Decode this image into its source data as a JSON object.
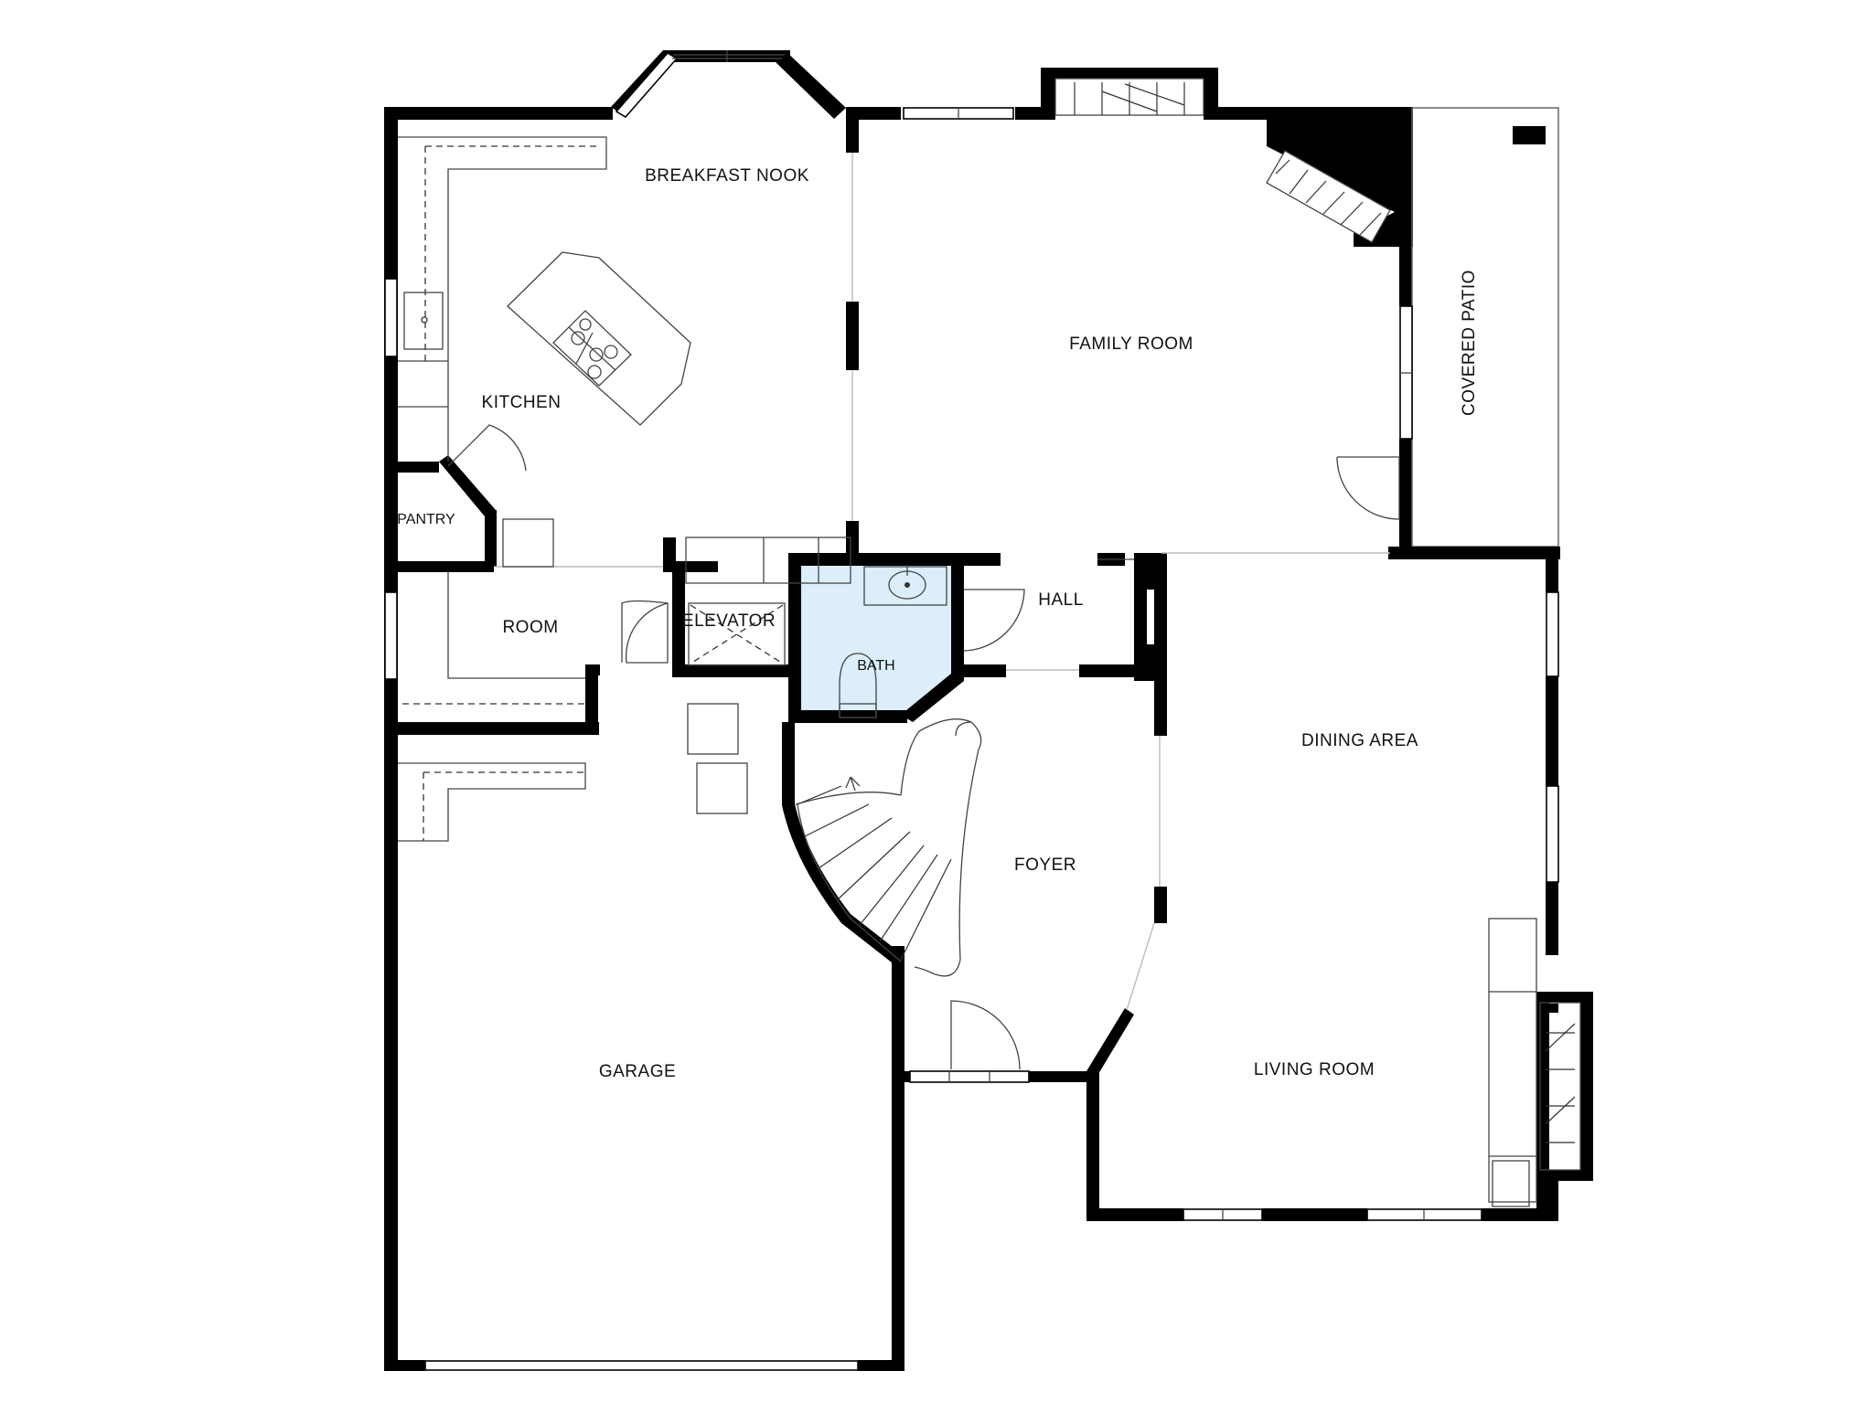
{
  "plan": {
    "rooms": {
      "breakfast_nook": "BREAKFAST NOOK",
      "family_room": "FAMILY ROOM",
      "covered_patio": "COVERED PATIO",
      "kitchen": "KITCHEN",
      "pantry": "PANTRY",
      "room": "ROOM",
      "elevator": "ELEVATOR",
      "bath": "BATH",
      "hall": "HALL",
      "dining_area": "DINING AREA",
      "foyer": "FOYER",
      "garage": "GARAGE",
      "living_room": "LIVING ROOM"
    },
    "colors": {
      "wall": "#000000",
      "bath_fill": "#dbeefa",
      "background": "#ffffff"
    }
  }
}
